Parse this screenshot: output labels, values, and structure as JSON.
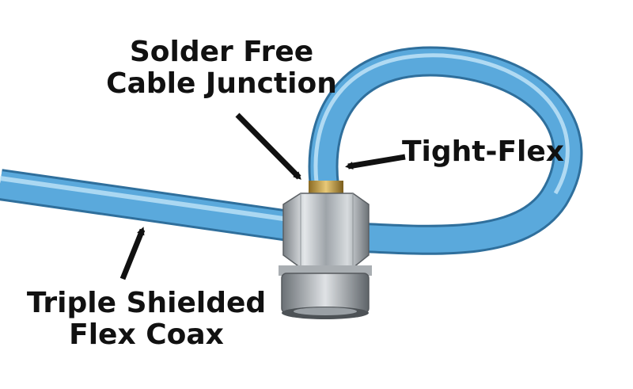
{
  "labels": {
    "solder_free": [
      "Solder Free",
      "Cable Junction"
    ],
    "tight_flex": "Tight-Flex",
    "triple_shielded": [
      "Triple Shielded",
      "Flex Coax"
    ]
  },
  "colors": {
    "cable_blue": "#5aa9dc",
    "cable_highlight": "#bfe3f7",
    "cable_shadow": "#2f6f9c",
    "connector_steel": "#b9bec2",
    "connector_brass": "#c8a24c",
    "arrow": "#111111",
    "background": "#ffffff"
  }
}
